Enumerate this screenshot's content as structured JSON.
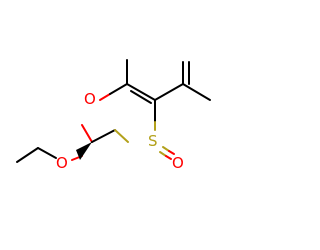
{
  "molecule": {
    "atoms": {
      "ring_oxygen": {
        "symbol": "O",
        "color": "#ff0000"
      },
      "ethoxy_oxygen": {
        "symbol": "O",
        "color": "#ff0000"
      },
      "sulfur": {
        "symbol": "S",
        "color": "#b3a11c"
      },
      "sulfoxide_oxygen": {
        "symbol": "O",
        "color": "#ff0000"
      }
    },
    "bond_colors": {
      "carbon": "#000000",
      "oxygen": "#ff0000",
      "sulfur": "#b3a11c"
    }
  }
}
